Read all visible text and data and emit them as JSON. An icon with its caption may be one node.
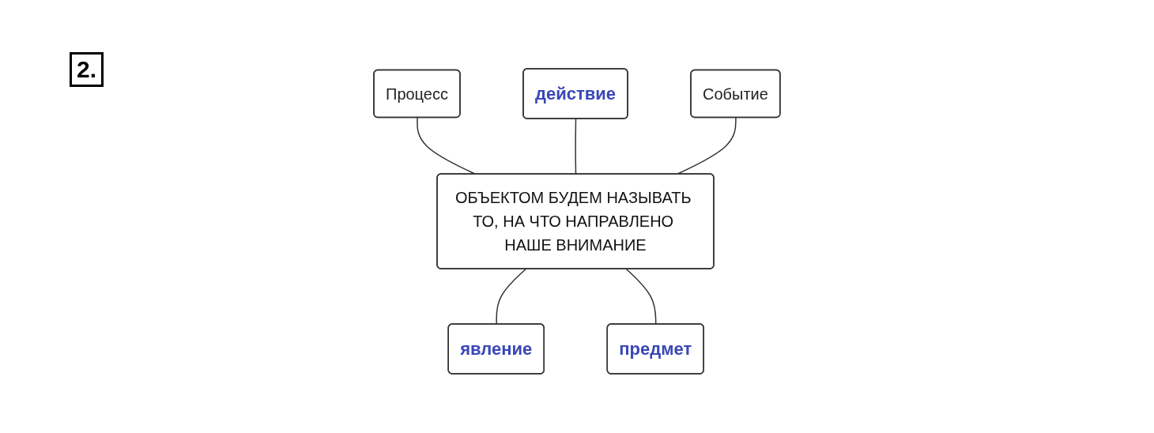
{
  "diagram": {
    "nodes": [
      {
        "text": [
          "Процесс"
        ]
      },
      {
        "text": [
          "действие"
        ]
      },
      {
        "text": [
          "ОБЪЕКТОМ БУДЕМ НАЗЫВАТЬ ТО, НА ЧТО НАПРАВЛЕНО НАШЕ ВНИМАНИЕ"
        ]
      },
      {
        "text": [
          "Событие"
        ]
      },
      {
        "text": [
          "явление"
        ]
      },
      {
        "text": [
          "предмет"
        ]
      }
    ],
    "edges": [
      {
        "from": 0,
        "to": 2,
        "arrow": "none"
      },
      {
        "from": 1,
        "to": 2,
        "arrow": "none"
      },
      {
        "from": 3,
        "to": 2,
        "arrow": "none"
      },
      {
        "from": 2,
        "to": 4,
        "arrow": "none"
      },
      {
        "from": 2,
        "to": 5,
        "arrow": "none"
      }
    ],
    "labels": [
      "2."
    ]
  }
}
